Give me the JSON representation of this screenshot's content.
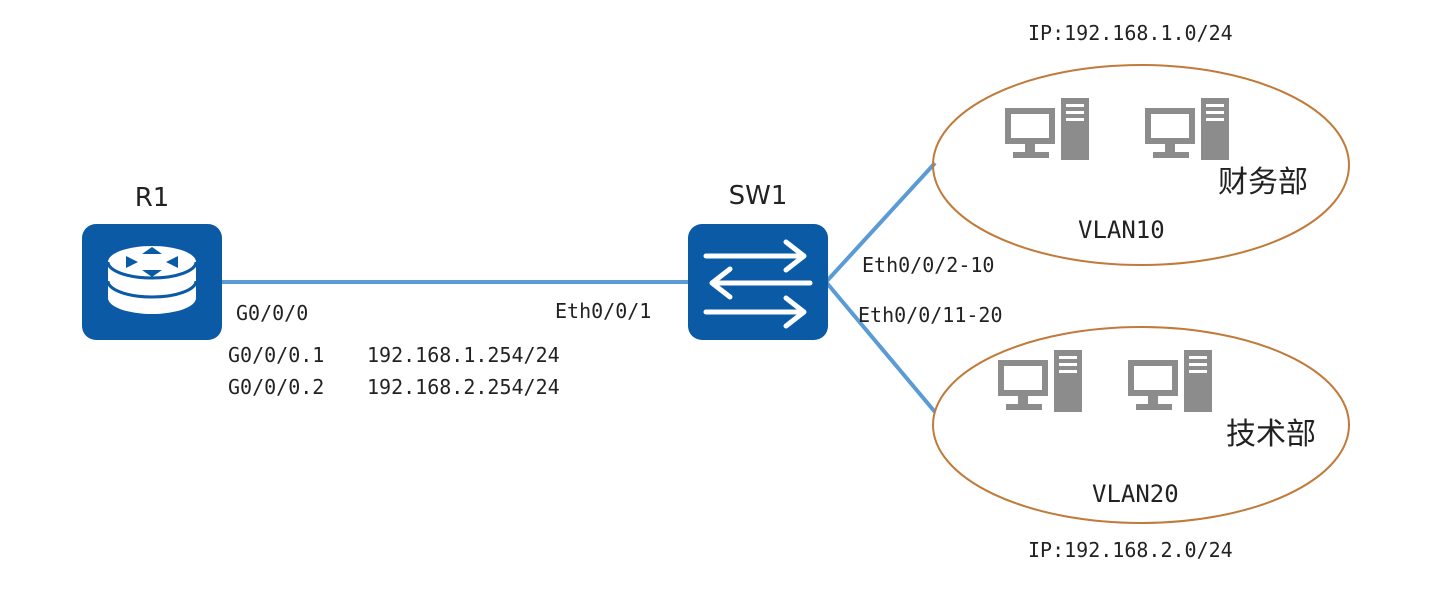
{
  "router": {
    "name": "R1",
    "port": "G0/0/0"
  },
  "subinterfaces": [
    {
      "name": "G0/0/0.1",
      "ip": "192.168.1.254/24"
    },
    {
      "name": "G0/0/0.2",
      "ip": "192.168.2.254/24"
    }
  ],
  "switch": {
    "name": "SW1",
    "uplink_port": "Eth0/0/1",
    "port_range_1": "Eth0/0/2-10",
    "port_range_2": "Eth0/0/11-20"
  },
  "vlan10": {
    "ip": "IP:192.168.1.0/24",
    "dept": "财务部",
    "vlan": "VLAN10"
  },
  "vlan20": {
    "ip": "IP:192.168.2.0/24",
    "dept": "技术部",
    "vlan": "VLAN20"
  },
  "colors": {
    "device": "#0a5aa6",
    "link": "#5b9bd5",
    "ellipse": "#c07a3a",
    "pc": "#8c8c8c"
  },
  "icons": [
    "router-icon",
    "switch-icon",
    "computer-icon"
  ]
}
